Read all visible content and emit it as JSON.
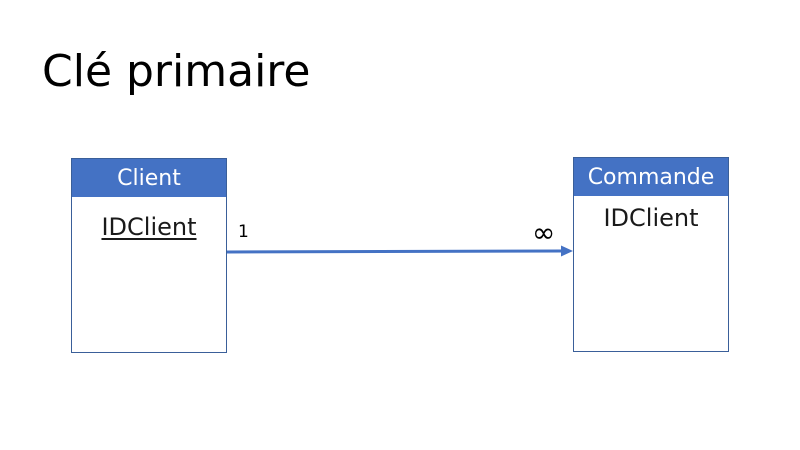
{
  "title": "Clé primaire",
  "colors": {
    "header_fill": "#4472c4",
    "border": "#3a5f99",
    "arrow": "#4472c4"
  },
  "entities": [
    {
      "name": "Client",
      "field": "IDClient",
      "field_underlined": true
    },
    {
      "name": "Commande",
      "field": "IDClient",
      "field_underlined": false
    }
  ],
  "relationship": {
    "from": "Client",
    "to": "Commande",
    "source_cardinality": "1",
    "target_cardinality": "∞"
  }
}
